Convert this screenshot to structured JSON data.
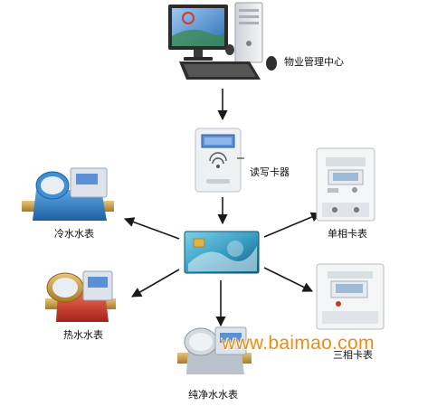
{
  "labels": {
    "management_center": "物业管理中心",
    "card_reader": "读写卡器",
    "cold_water_meter": "冷水水表",
    "single_phase_meter": "单相卡表",
    "hot_water_meter": "热水水表",
    "three_phase_meter": "三相卡表",
    "pure_water_meter": "纯净水水表"
  },
  "watermark": "www.baimao.com",
  "colors": {
    "arrow": "#1a1a1a",
    "meter_blue": "#2f7fc7",
    "meter_copper": "#c99a3a",
    "hot_red": "#d23a2a",
    "screen_blue": "#5b8fd6",
    "watermark": "#f08a10"
  }
}
